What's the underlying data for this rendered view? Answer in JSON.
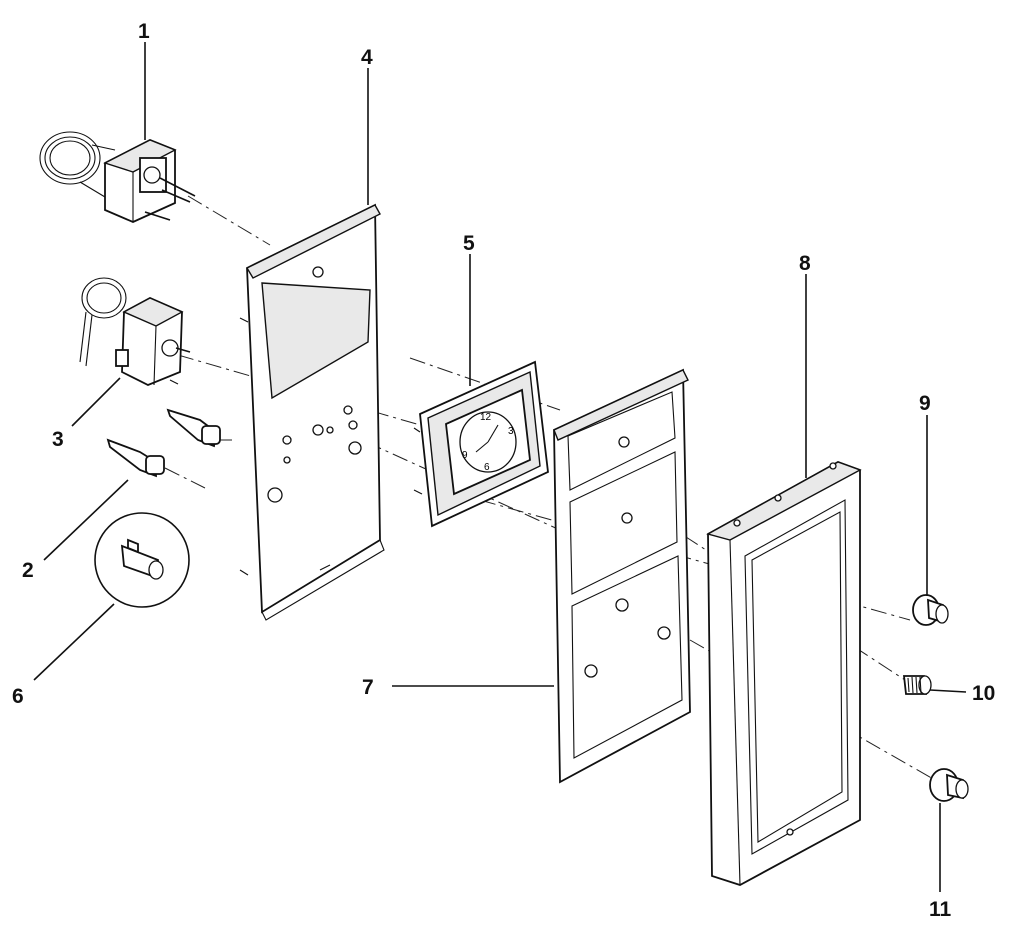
{
  "callouts": [
    {
      "number": "1"
    },
    {
      "number": "2"
    },
    {
      "number": "3"
    },
    {
      "number": "4"
    },
    {
      "number": "5"
    },
    {
      "number": "6"
    },
    {
      "number": "7"
    },
    {
      "number": "8"
    },
    {
      "number": "9"
    },
    {
      "number": "10"
    },
    {
      "number": "11"
    }
  ],
  "clock_dial": {
    "numerals": [
      "12",
      "3",
      "6",
      "9"
    ]
  }
}
